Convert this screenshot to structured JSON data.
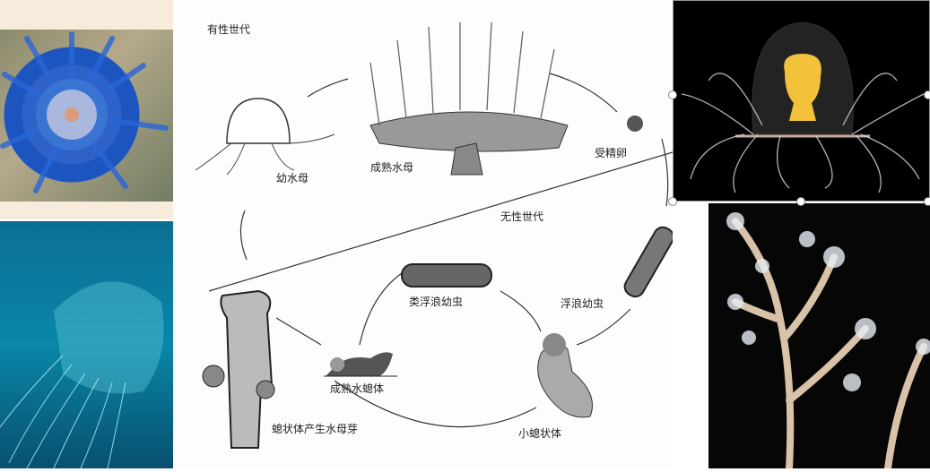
{
  "diagram": {
    "labels": {
      "sexual_generation": "有性世代",
      "young_medusa": "幼水母",
      "mature_medusa": "成熟水母",
      "fertilized_egg": "受精卵",
      "asexual_generation": "无性世代",
      "planula": "浮浪幼虫",
      "planula_like": "类浮浪幼虫",
      "mature_polyp": "成熟水螅体",
      "polyp_budding": "螅状体产生水母芽",
      "young_polyp": "小螅状体"
    }
  },
  "colors": {
    "blue_photo": "#1e6fd0",
    "deep_sea": "#0a6b8f",
    "black": "#000000",
    "beige": "#f5ead8"
  }
}
